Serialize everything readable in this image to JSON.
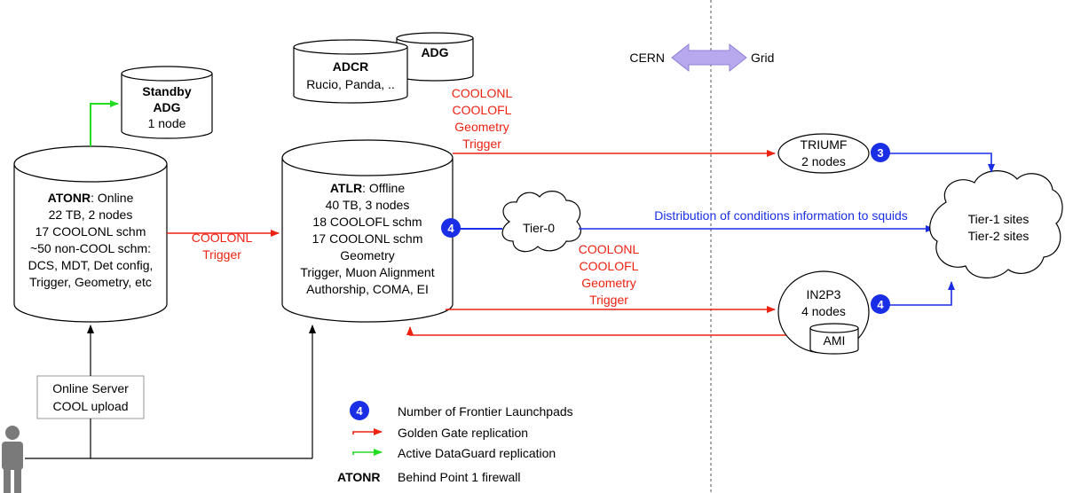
{
  "colors": {
    "golden_gate": "#ee2211",
    "dataguard": "#22dd22",
    "distribution": "#1a2ee6",
    "launchpad_badge": "#1a2ee6",
    "cern_grid_arrow": "#b8a8ee"
  },
  "boundary": {
    "left": "CERN",
    "right": "Grid"
  },
  "databases": {
    "standby": {
      "line1": "Standby",
      "line2": "ADG",
      "line3": "1 node"
    },
    "adcr": {
      "title": "ADCR",
      "subtitle": "Rucio, Panda, .."
    },
    "adg": {
      "title": "ADG"
    },
    "atonr": {
      "title": "ATONR",
      "title_suffix": ": Online",
      "lines": [
        "22 TB, 2 nodes",
        "17 COOLONL schm",
        "~50 non-COOL schm:",
        "DCS, MDT, Det config,",
        "Trigger, Geometry, etc"
      ]
    },
    "atlr": {
      "title": "ATLR",
      "title_suffix": ": Offline",
      "lines": [
        "40 TB, 3 nodes",
        "18 COOLOFL schm",
        "17 COOLONL schm",
        "Geometry",
        "Trigger, Muon Alignment",
        "Authorship, COMA, EI"
      ]
    },
    "ami": {
      "title": "AMI"
    }
  },
  "sites": {
    "tier0": "Tier-0",
    "triumf": {
      "name": "TRIUMF",
      "nodes": "2 nodes",
      "launchpads": "3"
    },
    "in2p3": {
      "name": "IN2P3",
      "nodes": "4 nodes",
      "launchpads": "4"
    },
    "tier12": {
      "line1": "Tier-1 sites",
      "line2": "Tier-2 sites"
    },
    "atlr_launchpads": "4"
  },
  "flows": {
    "atonr_to_atlr": [
      "COOLONL",
      "Trigger"
    ],
    "atlr_to_triumf": [
      "COOLONL",
      "COOLOFL",
      "Geometry",
      "Trigger"
    ],
    "atlr_to_in2p3": [
      "COOLONL",
      "COOLOFL",
      "Geometry",
      "Trigger"
    ],
    "distribution": "Distribution of conditions information to squids"
  },
  "online_server": {
    "line1": "Online Server",
    "line2": "COOL upload"
  },
  "legend": {
    "badge": "4",
    "launchpads": "Number of Frontier Launchpads",
    "golden_gate": "Golden Gate replication",
    "dataguard": "Active DataGuard replication",
    "atonr_key": "ATONR",
    "atonr_desc": "Behind Point 1 firewall"
  },
  "icons": {
    "user": "person-icon"
  }
}
